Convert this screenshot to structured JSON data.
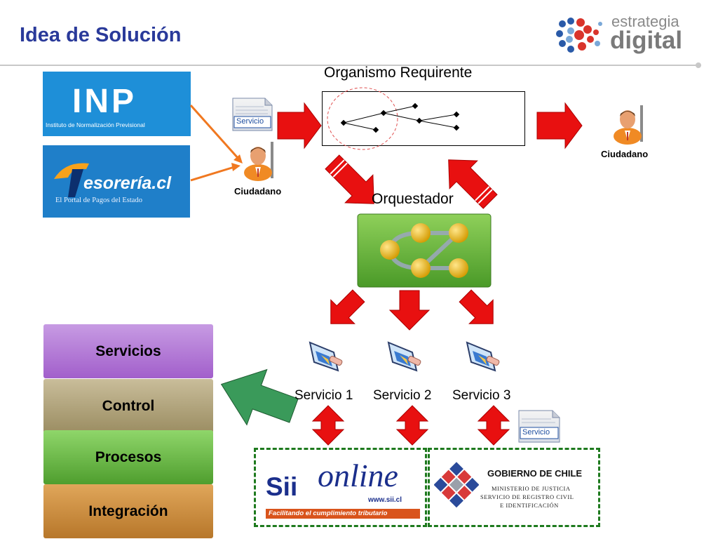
{
  "slide": {
    "title": "Idea de Solución"
  },
  "logo": {
    "line1": "estrategia",
    "line2": "digital"
  },
  "sources": {
    "inp": {
      "big": "INP",
      "sub": "Instituto de Normalización Previsional"
    },
    "tesoreria": {
      "big": "esorería.cl",
      "sub": "El Portal de Pagos del Estado"
    }
  },
  "documents": {
    "servicio_label": "Servicio"
  },
  "people": {
    "ciudadano_left": "Ciudadano",
    "ciudadano_right": "Ciudadano"
  },
  "organismo": {
    "title": "Organismo Requirente"
  },
  "orquestador": {
    "title": "Orquestador"
  },
  "services": [
    "Servicio 1",
    "Servicio 2",
    "Servicio 3"
  ],
  "layers": [
    "Servicios",
    "Control",
    "Procesos",
    "Integración"
  ],
  "backends": {
    "sii": {
      "big": "Sii",
      "online": "online",
      "url": "www.sii.cl",
      "tagline": "Facilitando el cumplimiento tributario"
    },
    "gobierno": {
      "title": "GOBIERNO DE CHILE",
      "line1": "MINISTERIO DE JUSTICIA",
      "line2": "SERVICIO DE REGISTRO CIVIL",
      "line3": "E IDENTIFICACIÓN"
    }
  },
  "colors": {
    "title": "#2a3a9a",
    "arrow_red": "#e81010",
    "arrow_green": "#3a9a5a",
    "connector_orange": "#f07820",
    "dashed_green": "#1e7a1e"
  }
}
